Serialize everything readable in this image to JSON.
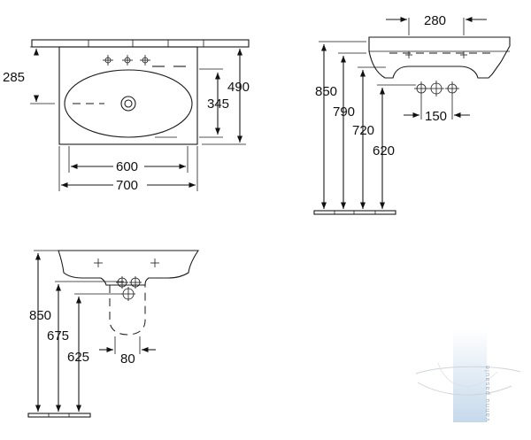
{
  "top_view": {
    "dim_285": "285",
    "dim_345": "345",
    "dim_490": "490",
    "dim_600": "600",
    "dim_700": "700"
  },
  "side_view": {
    "dim_280": "280",
    "dim_850": "850",
    "dim_790": "790",
    "dim_720": "720",
    "dim_620": "620",
    "dim_150": "150"
  },
  "front_view": {
    "dim_850": "850",
    "dim_675": "675",
    "dim_625": "625",
    "dim_80": "80"
  },
  "watermark": {
    "text": "vannu pasaule",
    "color": "#bcd3e8"
  }
}
